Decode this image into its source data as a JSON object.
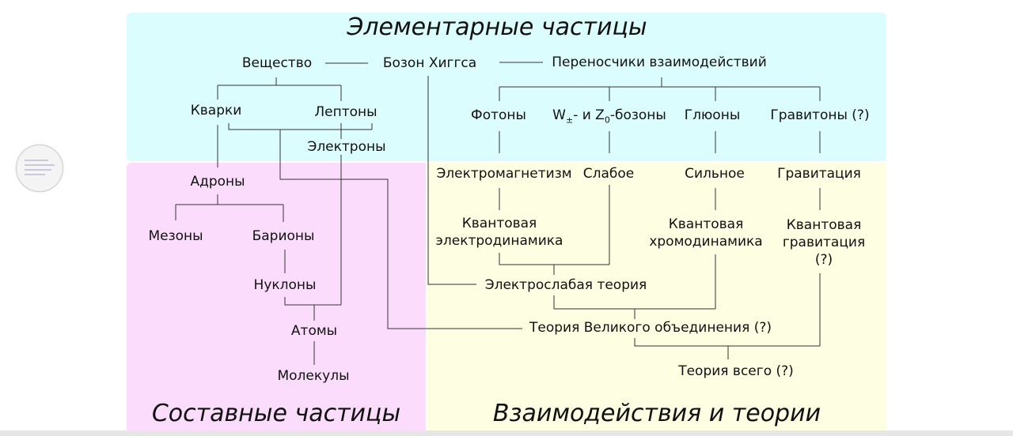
{
  "headings": {
    "elementary": "Элементарные частицы",
    "composite": "Составные частицы",
    "interactions": "Взаимодействия и теории"
  },
  "nodes": {
    "matter": "Вещество",
    "higgs": "Бозон Хиггса",
    "carriers": "Переносчики взаимодействий",
    "quarks": "Кварки",
    "leptons": "Лептоны",
    "electrons": "Электроны",
    "photons": "Фотоны",
    "wz_w": "W",
    "wz_pm": "±",
    "wz_mid": "- и Z",
    "wz_0": "0",
    "wz_end": "-бозоны",
    "gluons": "Глюоны",
    "gravitons": "Гравитоны (?)",
    "hadrons": "Адроны",
    "mesons": "Мезоны",
    "baryons": "Барионы",
    "nucleons": "Нуклоны",
    "atoms": "Атомы",
    "molecules": "Молекулы",
    "em": "Электромагнетизм",
    "weak": "Слабое",
    "strong": "Сильное",
    "gravitation": "Гравитация",
    "qed": "Квантовая\nэлектродинамика",
    "qcd": "Квантовая\nхромодинамика",
    "qg": "Квантовая\nгравитация\n(?)",
    "electroweak": "Электрослабая теория",
    "gut": "Теория Великого объединения (?)",
    "toe": "Теория всего (?)"
  }
}
